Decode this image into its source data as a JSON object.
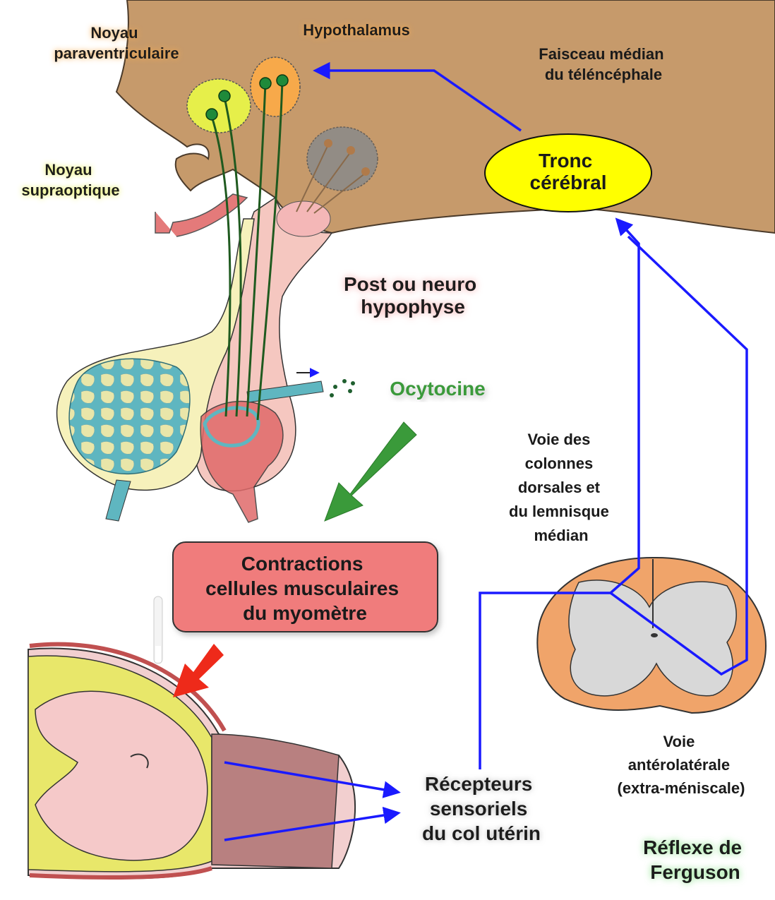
{
  "labels": {
    "noyau_paraventriculaire": [
      "Noyau",
      "paraventriculaire"
    ],
    "hypothalamus": "Hypothalamus",
    "faisceau": [
      "Faisceau médian",
      "du téléncéphale"
    ],
    "noyau_supraoptique": [
      "Noyau",
      "supraoptique"
    ],
    "tronc": [
      "Tronc",
      "cérébral"
    ],
    "post_hypophyse": [
      "Post ou neuro",
      "hypophyse"
    ],
    "ocytocine": "Ocytocine",
    "voie_colonnes": [
      "Voie des",
      "colonnes",
      "dorsales et",
      "du lemnisque",
      "médian"
    ],
    "contractions": [
      "Contractions",
      "cellules musculaires",
      "du myomètre"
    ],
    "voie_anterolaterale": [
      "Voie",
      "antérolatérale",
      "(extra-méniscale)"
    ],
    "recepteurs": [
      "Récepteurs",
      "sensoriels",
      "du col utérin"
    ],
    "reflexe": [
      "Réflexe de",
      "Ferguson"
    ]
  },
  "colors": {
    "brain": "#c69a6b",
    "pathway_arrows": "#1a1aff",
    "ocytocine_green": "#3a9a3a",
    "contraction_box": "#f07c7c",
    "tronc_fill": "#ffff00",
    "paraventricular_glow": "#f7a94a",
    "supraoptic_glow": "#e6ef4a",
    "post_hypophyse_glow": "#f5a0a0",
    "reflexe_glow": "#7fe07f"
  }
}
